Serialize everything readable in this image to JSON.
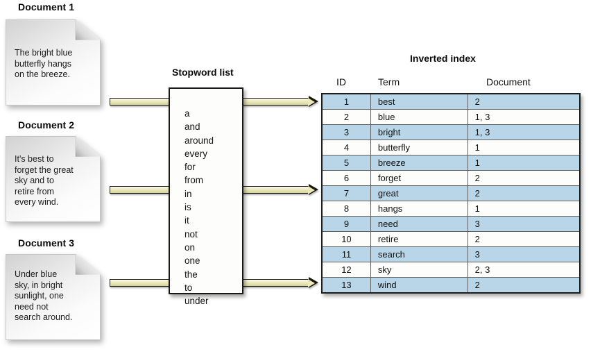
{
  "documents": [
    {
      "title": "Document 1",
      "text": "The bright blue\nbutterfly hangs\non the breeze."
    },
    {
      "title": "Document 2",
      "text": "It's best to\nforget the great\nsky and to\nretire from\nevery wind."
    },
    {
      "title": "Document 3",
      "text": "Under blue\nsky, in bright\nsunlight, one\nneed not\nsearch around."
    }
  ],
  "stopword": {
    "title": "Stopword list",
    "words": [
      "a",
      "and",
      "around",
      "every",
      "for",
      "from",
      "in",
      "is",
      "it",
      "not",
      "on",
      "one",
      "the",
      "to",
      "under"
    ]
  },
  "index": {
    "title": "Inverted index",
    "columns": [
      "ID",
      "Term",
      "Document"
    ],
    "rows": [
      {
        "id": "1",
        "term": "best",
        "document": "2"
      },
      {
        "id": "2",
        "term": "blue",
        "document": "1, 3"
      },
      {
        "id": "3",
        "term": "bright",
        "document": "1, 3"
      },
      {
        "id": "4",
        "term": "butterfly",
        "document": "1"
      },
      {
        "id": "5",
        "term": "breeze",
        "document": "1"
      },
      {
        "id": "6",
        "term": "forget",
        "document": "2"
      },
      {
        "id": "7",
        "term": "great",
        "document": "2"
      },
      {
        "id": "8",
        "term": "hangs",
        "document": "1"
      },
      {
        "id": "9",
        "term": "need",
        "document": "3"
      },
      {
        "id": "10",
        "term": "retire",
        "document": "2"
      },
      {
        "id": "11",
        "term": "search",
        "document": "3"
      },
      {
        "id": "12",
        "term": "sky",
        "document": "2, 3"
      },
      {
        "id": "13",
        "term": "wind",
        "document": "2"
      }
    ]
  },
  "colors": {
    "row_highlight": "#b9d6e9",
    "arrow_fill": "#e8e5b6",
    "border": "#1d1d1d"
  }
}
